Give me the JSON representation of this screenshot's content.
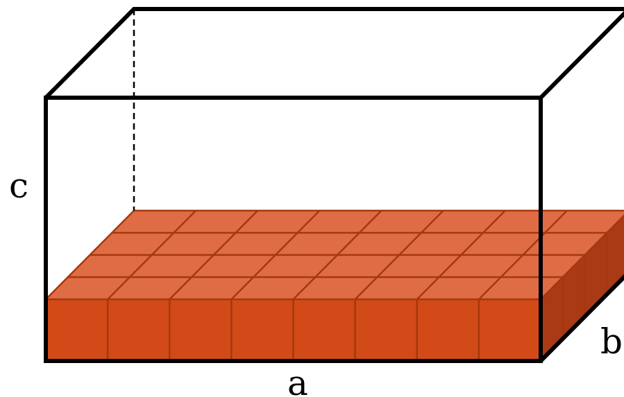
{
  "labels": {
    "a": "a",
    "b": "b",
    "c": "c"
  },
  "layer": {
    "cubes_along_a": 8,
    "cubes_along_b": 4,
    "layers": 1
  },
  "colors": {
    "front": "#d24a18",
    "top": "#e06c45",
    "side": "#aa3915",
    "grid": "#a4380f",
    "edge": "#000000"
  }
}
